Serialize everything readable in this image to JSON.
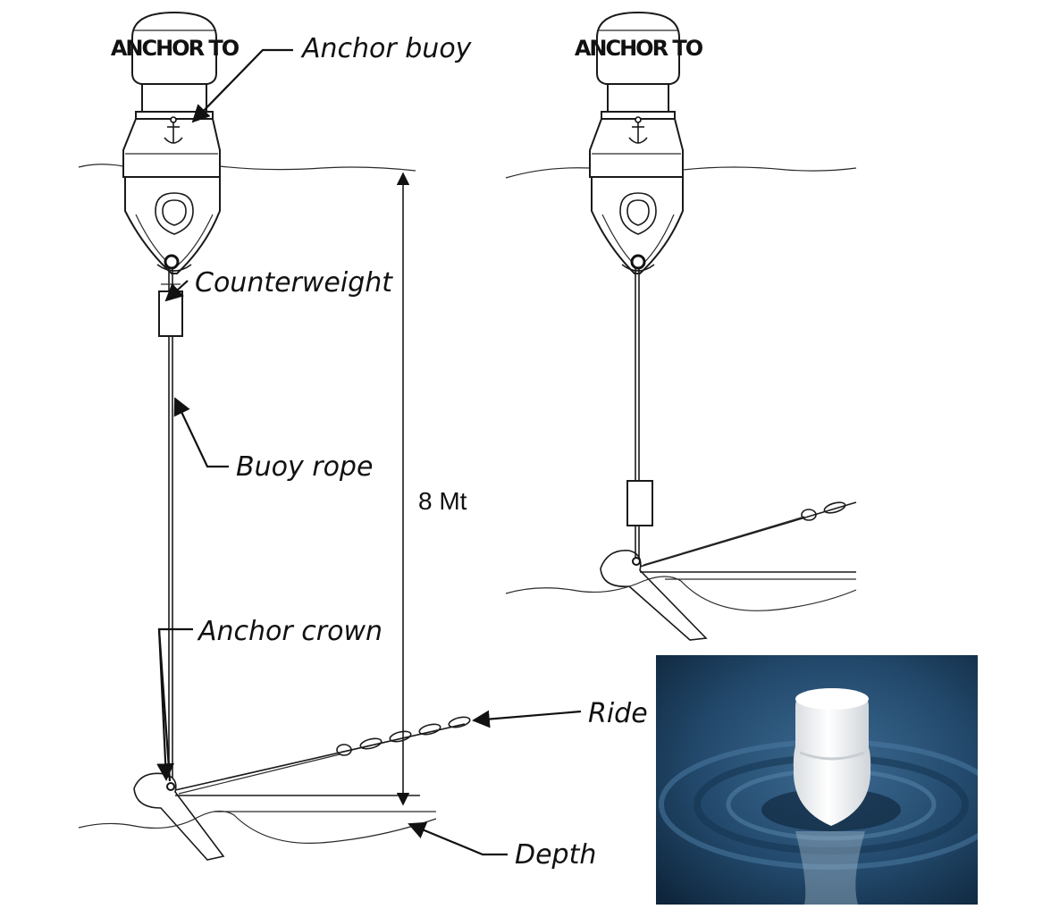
{
  "brand_text": "ANCHOR TO",
  "labels": {
    "anchor_buoy": "Anchor buoy",
    "counterweight": "Counterweight",
    "buoy_rope": "Buoy rope",
    "anchor_crown": "Anchor crown",
    "ride": "Ride",
    "depth": "Depth",
    "depth_value": "8 Mt"
  },
  "icons": {
    "anchor": "anchor-icon",
    "arrow": "arrow-head"
  },
  "colors": {
    "line": "#1a1a1a",
    "water_dark": "#0f2b45",
    "water_mid": "#2a5377",
    "buoy_white": "#f4f5f6"
  }
}
